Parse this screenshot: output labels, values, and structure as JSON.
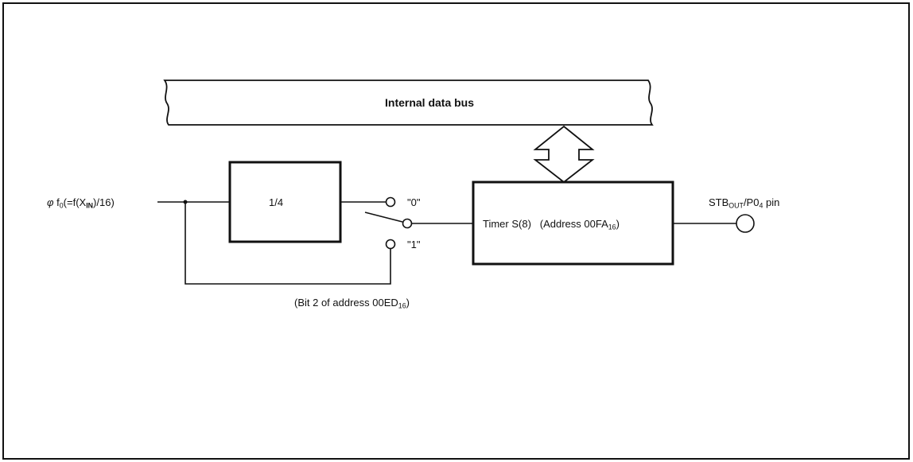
{
  "bus": {
    "label": "Internal data bus"
  },
  "input": {
    "phi": "φ",
    "f": "f",
    "f_sub": "0",
    "mid": "(=f(X",
    "x_sub": "IN",
    "tail": ")/16)"
  },
  "divider": {
    "label": "1/4"
  },
  "switch": {
    "pos0": "\"0\"",
    "pos1": "\"1\""
  },
  "timer": {
    "name": "Timer S(8)",
    "addr_prefix": "(Address 00FA",
    "addr_sub": "16",
    "addr_suffix": ")"
  },
  "output": {
    "pre": "STB",
    "sub": "OUT",
    "mid": "/P0",
    "sub2": "4",
    "post": " pin"
  },
  "bit_note": {
    "prefix": "(Bit 2 of address 00ED",
    "sub": "16",
    "suffix": ")"
  }
}
